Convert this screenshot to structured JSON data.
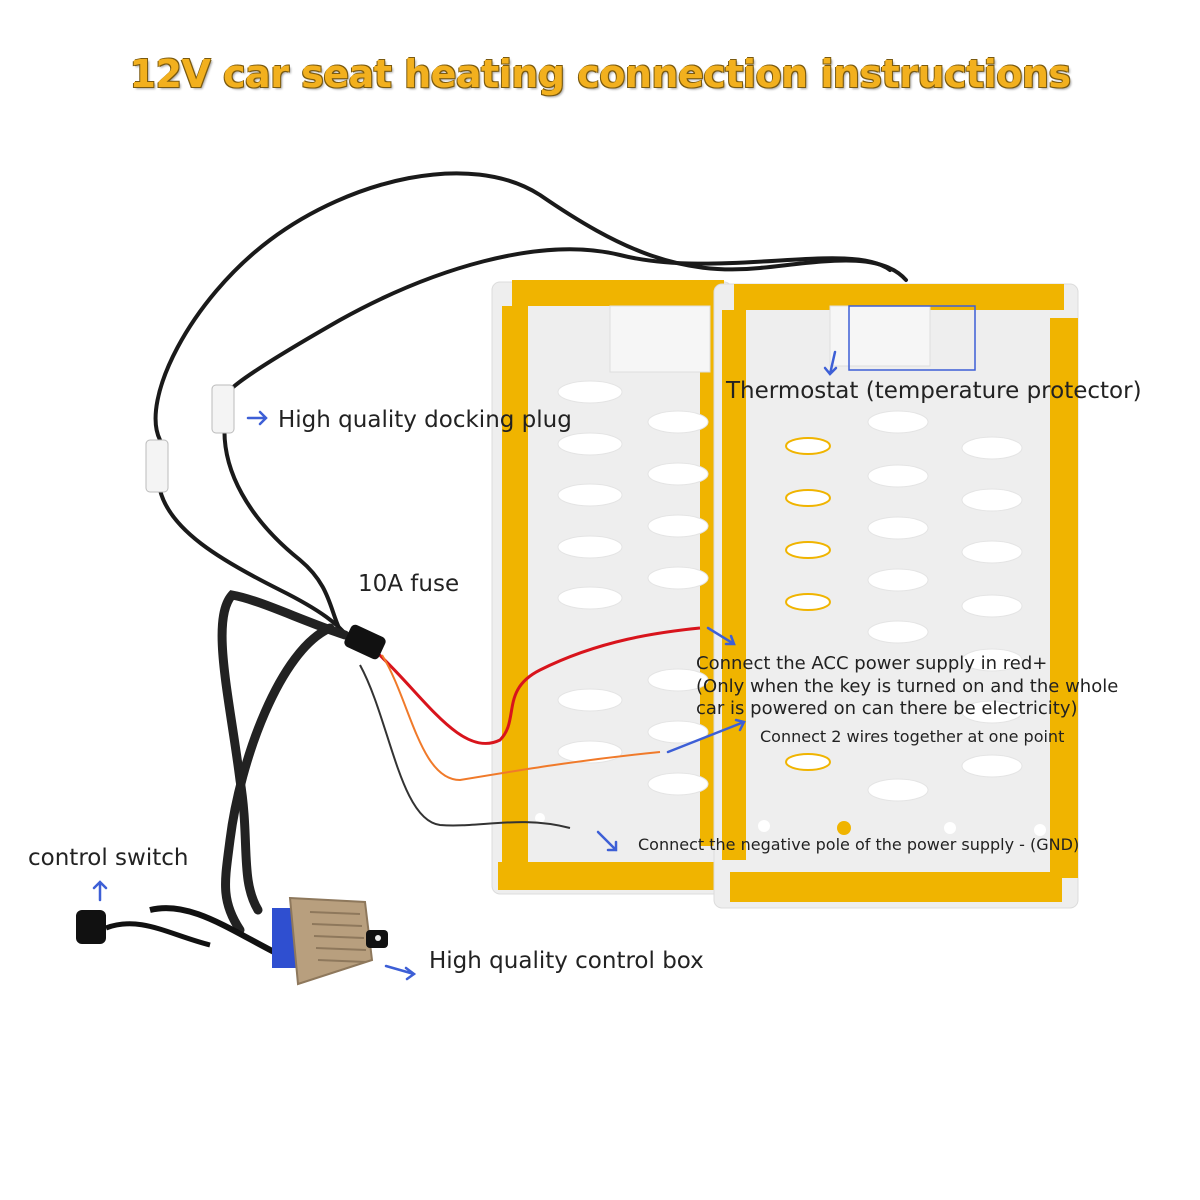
{
  "title": "12V car seat heating connection instructions",
  "colors": {
    "title": "#f2b01e",
    "tape": "#f0b400",
    "pad": "#eeeeee",
    "wire_black": "#1a1a1a",
    "wire_red": "#d8141c",
    "wire_orange": "#f07a2a",
    "arrow": "#3d5fd6",
    "control_box": "#b89f7e",
    "connector_blue": "#2f4fd0"
  },
  "labels": {
    "docking_plug": "High quality docking plug",
    "thermostat": "Thermostat (temperature protector)",
    "fuse": "10A fuse",
    "acc_line1": "Connect the ACC power supply in red+",
    "acc_line2": "(Only when the key is turned on and the whole",
    "acc_line3": "car is powered on can there be electricity)",
    "two_wires": "Connect 2 wires together at one point",
    "negative": "Connect the negative pole of the power supply - (GND)",
    "control_switch": "control switch",
    "control_box": "High quality control box"
  }
}
